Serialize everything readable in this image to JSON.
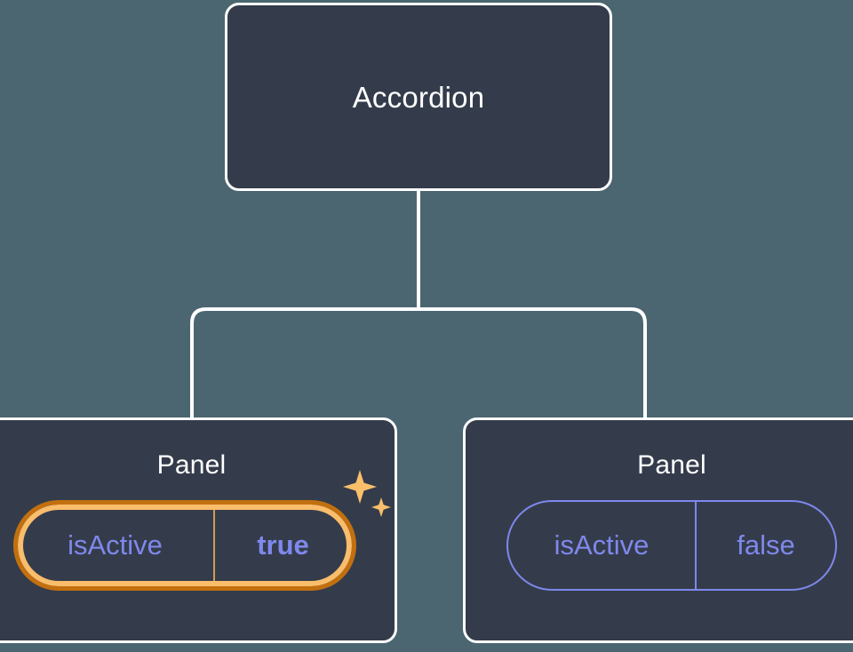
{
  "diagram": {
    "type": "component-tree",
    "background_color": "#4b6670",
    "node_fill_color": "#343c4b",
    "node_border_color": "#ffffff",
    "connector_color": "#ffffff",
    "prop_text_color": "#7f88ec",
    "highlight_outer_color": "#c2700f",
    "highlight_inner_color": "#f9bd6c",
    "sparkle_color": "#fbbf6c",
    "root": {
      "title": "Accordion"
    },
    "children": [
      {
        "title": "Panel",
        "highlighted": true,
        "prop": {
          "key": "isActive",
          "value": "true"
        },
        "sparkle_icons": [
          "sparkle-large-icon",
          "sparkle-small-icon"
        ]
      },
      {
        "title": "Panel",
        "highlighted": false,
        "prop": {
          "key": "isActive",
          "value": "false"
        }
      }
    ]
  }
}
